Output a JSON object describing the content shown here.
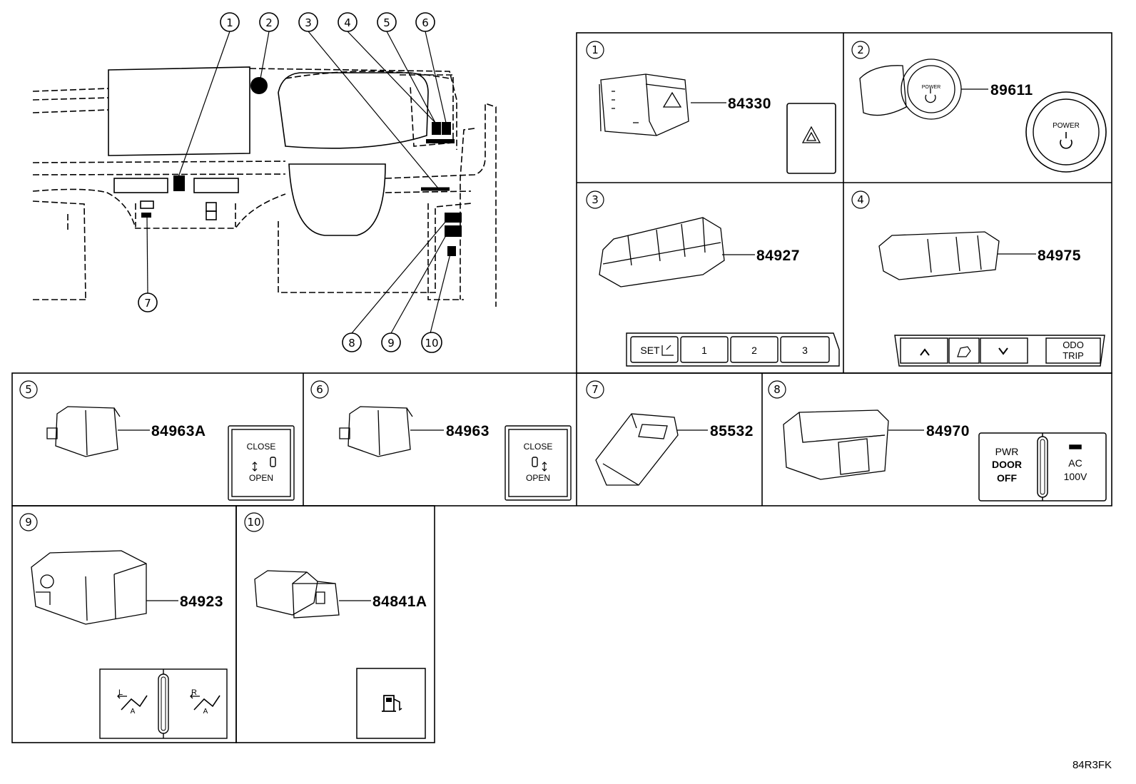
{
  "callouts": {
    "c1": "1",
    "c2": "2",
    "c3": "3",
    "c4": "4",
    "c5": "5",
    "c6": "6",
    "c7": "7",
    "c8": "8",
    "c9": "9",
    "c10": "10"
  },
  "panels": [
    {
      "num": "1",
      "part": "84330"
    },
    {
      "num": "2",
      "part": "89611"
    },
    {
      "num": "3",
      "part": "84927"
    },
    {
      "num": "4",
      "part": "84975"
    },
    {
      "num": "5",
      "part": "84963A"
    },
    {
      "num": "6",
      "part": "84963"
    },
    {
      "num": "7",
      "part": "85532"
    },
    {
      "num": "8",
      "part": "84970"
    },
    {
      "num": "9",
      "part": "84923"
    },
    {
      "num": "10",
      "part": "84841A"
    }
  ],
  "labels": {
    "power_small": "POWER",
    "power_big": "POWER",
    "memory": [
      "SET",
      "1",
      "2",
      "3"
    ],
    "odo_1": "ODO",
    "odo_2": "TRIP",
    "close5": "CLOSE",
    "open5": "OPEN",
    "close6": "CLOSE",
    "open6": "OPEN",
    "pwr": "PWR",
    "door": "DOOR",
    "off": "OFF",
    "ac": "AC",
    "volt": "100V",
    "seat_l": "L",
    "seat_r": "R",
    "seat_a": "A"
  },
  "drawing_code": "84R3FK"
}
